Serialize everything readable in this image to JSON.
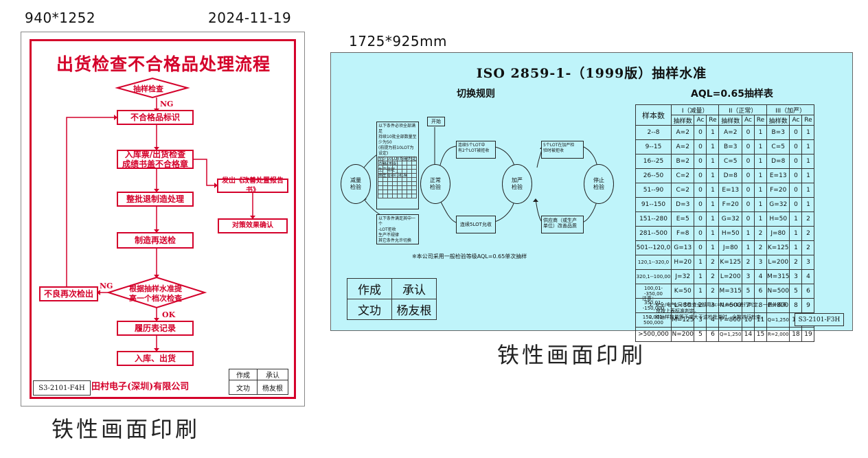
{
  "left": {
    "size_label": "940*1252",
    "date_label": "2024-11-19",
    "title": "出货检查不合格品处理流程",
    "steps": {
      "sampling": "抽样检查",
      "ng1": "NG",
      "mark": "不合格品标识",
      "stamp_line1": "入库票/出货检查",
      "stamp_line2": "成绩书盖不合格章",
      "report": "发出《改善处置报告书》",
      "return": "整批退制造处理",
      "confirm": "对策效果确认",
      "resend": "制造再送检",
      "decision_line1": "根据抽样水准提",
      "decision_line2": "高一个档次检查",
      "ng2": "NG",
      "recheck": "不良再次检出",
      "ok": "OK",
      "record": "履历表记录",
      "store": "入库、出货"
    },
    "code": "S3-2101-F4H",
    "company": "田村电子(深圳)有限公司",
    "sign": {
      "author_h": "作成",
      "approve_h": "承认",
      "author": "文功",
      "approver": "杨友根"
    },
    "caption": "铁性画面印刷"
  },
  "right": {
    "size_label": "1725*925mm",
    "title": "ISO 2859-1-（1999版）抽样水准",
    "switch_title": "切换规则",
    "aql_title": "AQL=0.65抽样表",
    "nodes": {
      "start": "开始",
      "reduced": "减量\n检验",
      "normal": "正常\n检验",
      "tightened": "加严\n检验",
      "stop": "停止\n检验",
      "box_left_top": "以下条件必须全部满足\n持续10批全部数量至少为50\n(前提为前10LOT为设定)\n至少10LOT均被判定合格(不含)\n生产稳定\n由主管部门批准",
      "box_left_bottom": "以下条件满足其中一个\n-LOT拒收\n生产不规律\n其它条件允许切换",
      "box_mid_top": "连续5个LOT中\n有2个LOT被拒收",
      "box_mid_bottom": "连续5LOT允收",
      "box_right_top": "5个LOT在加严检\n验时被拒收",
      "box_right_bottom": "供应商（或生产\n单位）改善品质"
    },
    "footnote": "※本公司采用一般检验等级AQL=0.65单次抽样",
    "sign": {
      "author_h": "作成",
      "approve_h": "承认",
      "author": "文功",
      "approver": "杨友根"
    },
    "table": {
      "h_sample": "样本数",
      "h_reduced": "I（减量）",
      "h_normal": "II（正常）",
      "h_tight": "III（加严）",
      "h_n": "抽样数",
      "h_ac": "Ac",
      "h_re": "Re",
      "rows": [
        [
          "2--8",
          "A=2",
          "0",
          "1",
          "A=2",
          "0",
          "1",
          "B=3",
          "0",
          "1"
        ],
        [
          "9--15",
          "A=2",
          "0",
          "1",
          "B=3",
          "0",
          "1",
          "C=5",
          "0",
          "1"
        ],
        [
          "16--25",
          "B=2",
          "0",
          "1",
          "C=5",
          "0",
          "1",
          "D=8",
          "0",
          "1"
        ],
        [
          "26--50",
          "C=2",
          "0",
          "1",
          "D=8",
          "0",
          "1",
          "E=13",
          "0",
          "1"
        ],
        [
          "51--90",
          "C=2",
          "0",
          "1",
          "E=13",
          "0",
          "1",
          "F=20",
          "0",
          "1"
        ],
        [
          "91--150",
          "D=3",
          "0",
          "1",
          "F=20",
          "0",
          "1",
          "G=32",
          "0",
          "1"
        ],
        [
          "151--280",
          "E=5",
          "0",
          "1",
          "G=32",
          "0",
          "1",
          "H=50",
          "1",
          "2"
        ],
        [
          "281--500",
          "F=8",
          "0",
          "1",
          "H=50",
          "1",
          "2",
          "J=80",
          "1",
          "2"
        ],
        [
          "501--120,0",
          "G=13",
          "0",
          "1",
          "J=80",
          "1",
          "2",
          "K=125",
          "1",
          "2"
        ],
        [
          "120,1--320,0",
          "H=20",
          "1",
          "2",
          "K=125",
          "2",
          "3",
          "L=200",
          "2",
          "3"
        ],
        [
          "320,1--100,00",
          "J=32",
          "1",
          "2",
          "L=200",
          "3",
          "4",
          "M=315",
          "3",
          "4"
        ],
        [
          "100,01--350,00",
          "K=50",
          "1",
          "2",
          "M=315",
          "5",
          "6",
          "N=500",
          "5",
          "6"
        ],
        [
          "350,01--150,000",
          "L=80",
          "2",
          "3",
          "N=500",
          "7",
          "8",
          "P=800",
          "8",
          "9"
        ],
        [
          "150,001-500,000",
          "M=125",
          "3",
          "4",
          "P=800",
          "10",
          "11",
          "Q=1,250",
          "12",
          "13"
        ],
        [
          ">500,000",
          "N=200",
          "5",
          "6",
          "Q=1,250",
          "14",
          "15",
          "R=2,000",
          "18",
          "19"
        ]
      ]
    },
    "notes": {
      "head": "注意：",
      "n1": "1. 安全/电气/尺寸检查全部用Ac=0,Re=1进行判定，一般外观不",
      "n1b": "良按上表标准判定。",
      "n2": "2. 待抽样数量等于或大于送检批量时，全数进行检查。"
    },
    "code": "S3-2101-F3H",
    "caption": "铁性画面印刷"
  }
}
